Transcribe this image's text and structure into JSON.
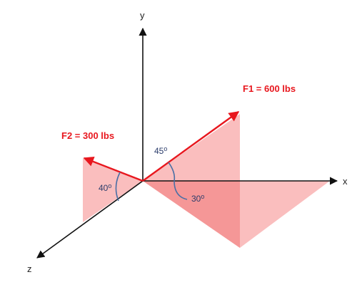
{
  "axes": {
    "x_label": "x",
    "y_label": "y",
    "z_label": "z"
  },
  "forces": [
    {
      "label": "F1 = 600 lbs",
      "color": "#e8171e"
    },
    {
      "label": "F2 = 300 lbs",
      "color": "#e8171e"
    }
  ],
  "angles": {
    "f1_from_horizontal": "45",
    "f1_projection_from_x": "30",
    "f2_from_horizontal": "40",
    "degree_mark": "o"
  },
  "colors": {
    "force": "#e8171e",
    "plane_fill": "#f9b3b3",
    "plane_dark": "#f07f7f",
    "angle_arc": "#4a6fa5",
    "axis": "#111111"
  }
}
